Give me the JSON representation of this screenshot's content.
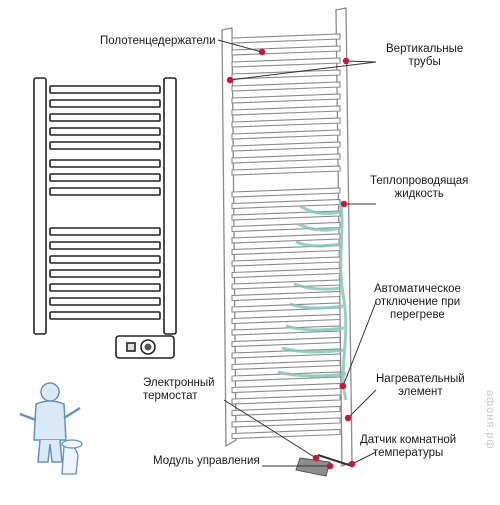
{
  "labels": {
    "towel_holders": "Полотенцедержатели",
    "vertical_pipes": "Вертикальные\nтрубы",
    "heat_fluid": "Теплопроводящая\nжидкость",
    "overheat_off": "Автоматическое\nотключение при\nперегреве",
    "heating_element": "Нагревательный\nэлемент",
    "thermostat": "Электронный\nтермостат",
    "room_sensor": "Датчик комнатной\nтемпературы",
    "control_module": "Модуль управления"
  },
  "watermark": "афоня.рф",
  "colors": {
    "marker": "#d0103a",
    "pipe_stroke": "#8a8a8a",
    "fluid": "#7fc8b8",
    "mascot": "#2c6fb0"
  }
}
